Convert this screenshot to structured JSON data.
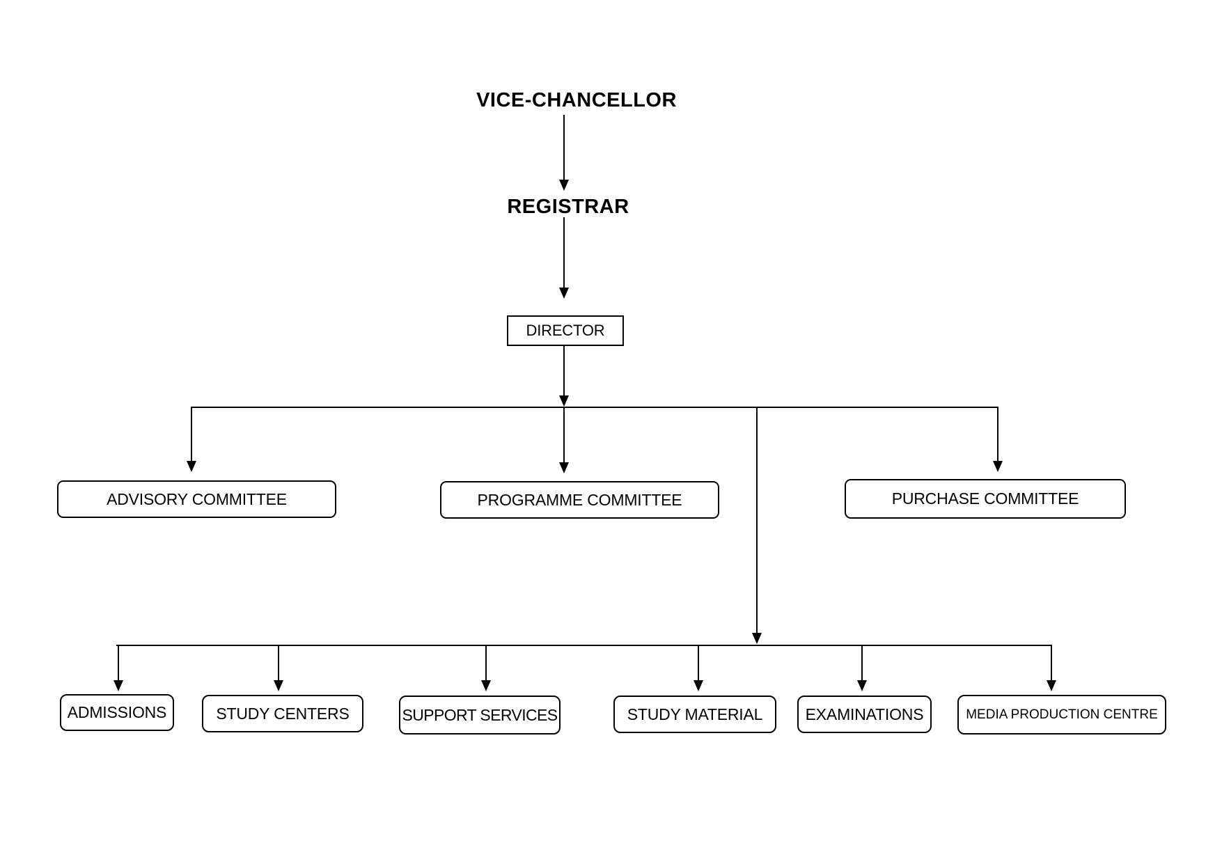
{
  "diagram": {
    "type": "organizational-chart",
    "background_color": "#ffffff",
    "line_color": "#000000",
    "text_color": "#000000",
    "nodes": {
      "vice_chancellor": {
        "label": "VICE-CHANCELLOR",
        "shape": "text-only",
        "emphasis": "bold"
      },
      "registrar": {
        "label": "REGISTRAR",
        "shape": "text-only",
        "emphasis": "bold"
      },
      "director": {
        "label": "DIRECTOR",
        "shape": "rectangle"
      },
      "advisory_committee": {
        "label": "ADVISORY COMMITTEE",
        "shape": "rounded-rectangle"
      },
      "programme_committee": {
        "label": "PROGRAMME COMMITTEE",
        "shape": "rounded-rectangle"
      },
      "purchase_committee": {
        "label": "PURCHASE COMMITTEE",
        "shape": "rounded-rectangle"
      },
      "admissions": {
        "label": "ADMISSIONS",
        "shape": "rounded-rectangle"
      },
      "study_centers": {
        "label": "STUDY CENTERS",
        "shape": "rounded-rectangle"
      },
      "support_services": {
        "label": "SUPPORT SERVICES",
        "shape": "rounded-rectangle"
      },
      "study_material": {
        "label": "STUDY MATERIAL",
        "shape": "rounded-rectangle"
      },
      "examinations": {
        "label": "EXAMINATIONS",
        "shape": "rounded-rectangle"
      },
      "media_production_centre": {
        "label": "MEDIA PRODUCTION CENTRE",
        "shape": "rounded-rectangle"
      }
    },
    "edges": [
      {
        "from": "vice_chancellor",
        "to": "registrar"
      },
      {
        "from": "registrar",
        "to": "director"
      },
      {
        "from": "director",
        "to": "advisory_committee"
      },
      {
        "from": "director",
        "to": "programme_committee"
      },
      {
        "from": "director",
        "to": "purchase_committee"
      },
      {
        "from": "director",
        "to": "admissions"
      },
      {
        "from": "director",
        "to": "study_centers"
      },
      {
        "from": "director",
        "to": "support_services"
      },
      {
        "from": "director",
        "to": "study_material"
      },
      {
        "from": "director",
        "to": "examinations"
      },
      {
        "from": "director",
        "to": "media_production_centre"
      }
    ]
  }
}
